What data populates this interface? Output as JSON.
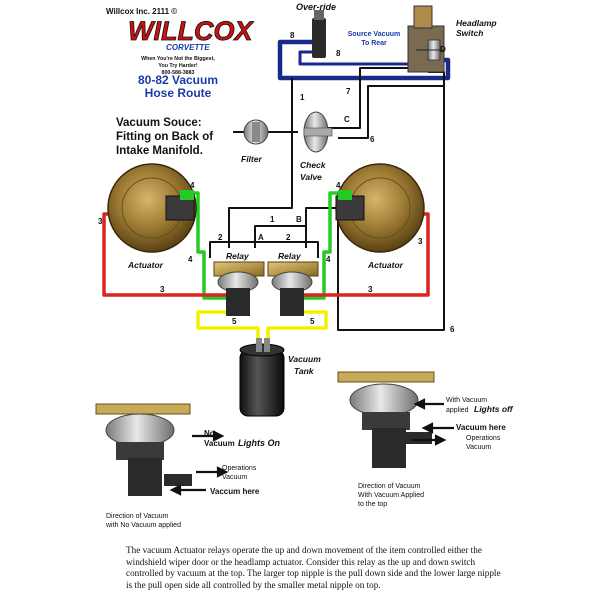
{
  "header": {
    "copyright": "Willcox Inc. 2111 ©",
    "brand": "WILLCOX",
    "brand_sub": "CORVETTE",
    "tagline_1": "When You're Not the Biggest,",
    "tagline_2": "You Try Harder!",
    "phone": "800-588-3883",
    "title_1": "80-82 Vacuum",
    "title_2": "Hose Route"
  },
  "labels": {
    "override": "Over-ride",
    "headlamp_1": "Headlamp",
    "headlamp_2": "Switch",
    "source_vac_1": "Source Vacuum",
    "source_vac_2": "To Rear",
    "vac_source_1": "Vacuum Souce:",
    "vac_source_2": "Fitting on Back of",
    "vac_source_3": "Intake Manifold.",
    "filter": "Filter",
    "check_1": "Check",
    "check_2": "Valve",
    "actuator_left": "Actuator",
    "actuator_right": "Actuator",
    "relay_left": "Relay",
    "relay_right": "Relay",
    "tank_1": "Vacuum",
    "tank_2": "Tank"
  },
  "hose_numbers": {
    "n8a": "8",
    "n8b": "8",
    "nD": "D",
    "n7": "7",
    "n1a": "1",
    "nC": "C",
    "n6a": "6",
    "n4a": "4",
    "n4b": "4",
    "n4c": "4",
    "n4d": "4",
    "n3a": "3",
    "n3b": "3",
    "n3c": "3",
    "n3d": "3",
    "n1b": "1",
    "nB": "B",
    "nA": "A",
    "n2a": "2",
    "n2b": "2",
    "n5a": "5",
    "n5b": "5",
    "n6b": "6"
  },
  "left_detail": {
    "no_vac_1": "No",
    "no_vac_2": "Vacuum",
    "lights_on": "Lights On",
    "ops_1": "Operations",
    "ops_2": "Vacuum",
    "vac_here": "Vaccum here",
    "dir_1": "Direction of Vacuum",
    "dir_2": "with No Vacuum applied"
  },
  "right_detail": {
    "with_vac_1": "With Vacuum",
    "with_vac_2": "applied",
    "lights_off": "Lights off",
    "vac_here": "Vacuum here",
    "ops_1": "Operations",
    "ops_2": "Vacuum",
    "dir_1": "Direction of Vacuum",
    "dir_2": "With Vacuum Applied",
    "dir_3": "to the top"
  },
  "caption": "The vacuum Actuator relays operate the up and down movement of the item controlled either the windshield wiper door or the headlamp actuator.  Consider this relay as the up and down switch controlled by vacuum at the top.  The larger top nipple is the pull down side and the lower large nipple is the pull open side all controlled by the smaller metal nipple on top.",
  "colors": {
    "hose_black": "#111111",
    "hose_navy": "#1a2a8a",
    "hose_green": "#22cc22",
    "hose_red": "#dd2222",
    "hose_yellow": "#f2f200",
    "title_blue": "#1a3aa8",
    "brand_red": "#cc1111"
  }
}
